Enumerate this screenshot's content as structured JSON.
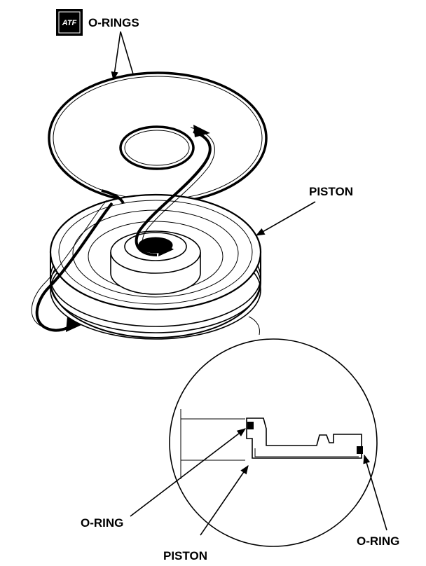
{
  "logo": {
    "text": "ATF"
  },
  "labels": {
    "o_rings": "O-RINGS",
    "piston_top": "PISTON",
    "o_ring_left": "O-RING",
    "piston_bottom": "PISTON",
    "o_ring_right": "O-RING"
  },
  "colors": {
    "ink": "#000000",
    "paper": "#ffffff"
  }
}
